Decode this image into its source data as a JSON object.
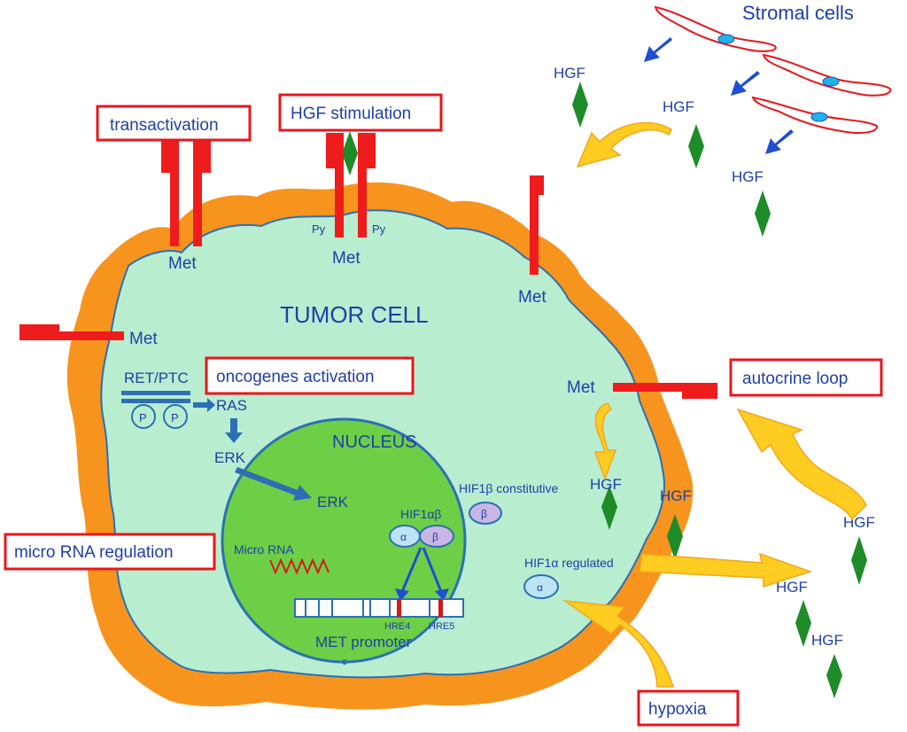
{
  "labels": {
    "stromal_cells": "Stromal cells",
    "tumor_cell": "TUMOR CELL",
    "nucleus": "NUCLEUS",
    "met": "Met",
    "py": "Py",
    "hgf": "HGF",
    "ret_ptc": "RET/PTC",
    "p": "P",
    "ras": "RAS",
    "erk": "ERK",
    "hif1b_constitutive": "HIF1β constitutive",
    "hif1ab": "HIF1αβ",
    "alpha": "α",
    "beta": "β",
    "micro_rna": "Micro RNA",
    "hre4": "HRE4",
    "hre5": "HRE5",
    "met_promoter": "MET promoter",
    "hif1a_regulated": "HIF1α regulated"
  },
  "boxes": {
    "transactivation": "transactivation",
    "hgf_stimulation": "HGF stimulation",
    "oncogenes_activation": "oncogenes activation",
    "autocrine_loop": "autocrine loop",
    "micro_rna_regulation": "micro RNA regulation",
    "hypoxia": "hypoxia"
  },
  "colors": {
    "membrane": "#f7941d",
    "cytoplasm": "#b8edd0",
    "nucleus": "#6dcf45",
    "receptor": "#ee1c1c",
    "hgf": "#1e8c28",
    "text": "#1f3fa8",
    "box_border": "#e8161b",
    "arrow_yellow": "#ffcc22"
  }
}
